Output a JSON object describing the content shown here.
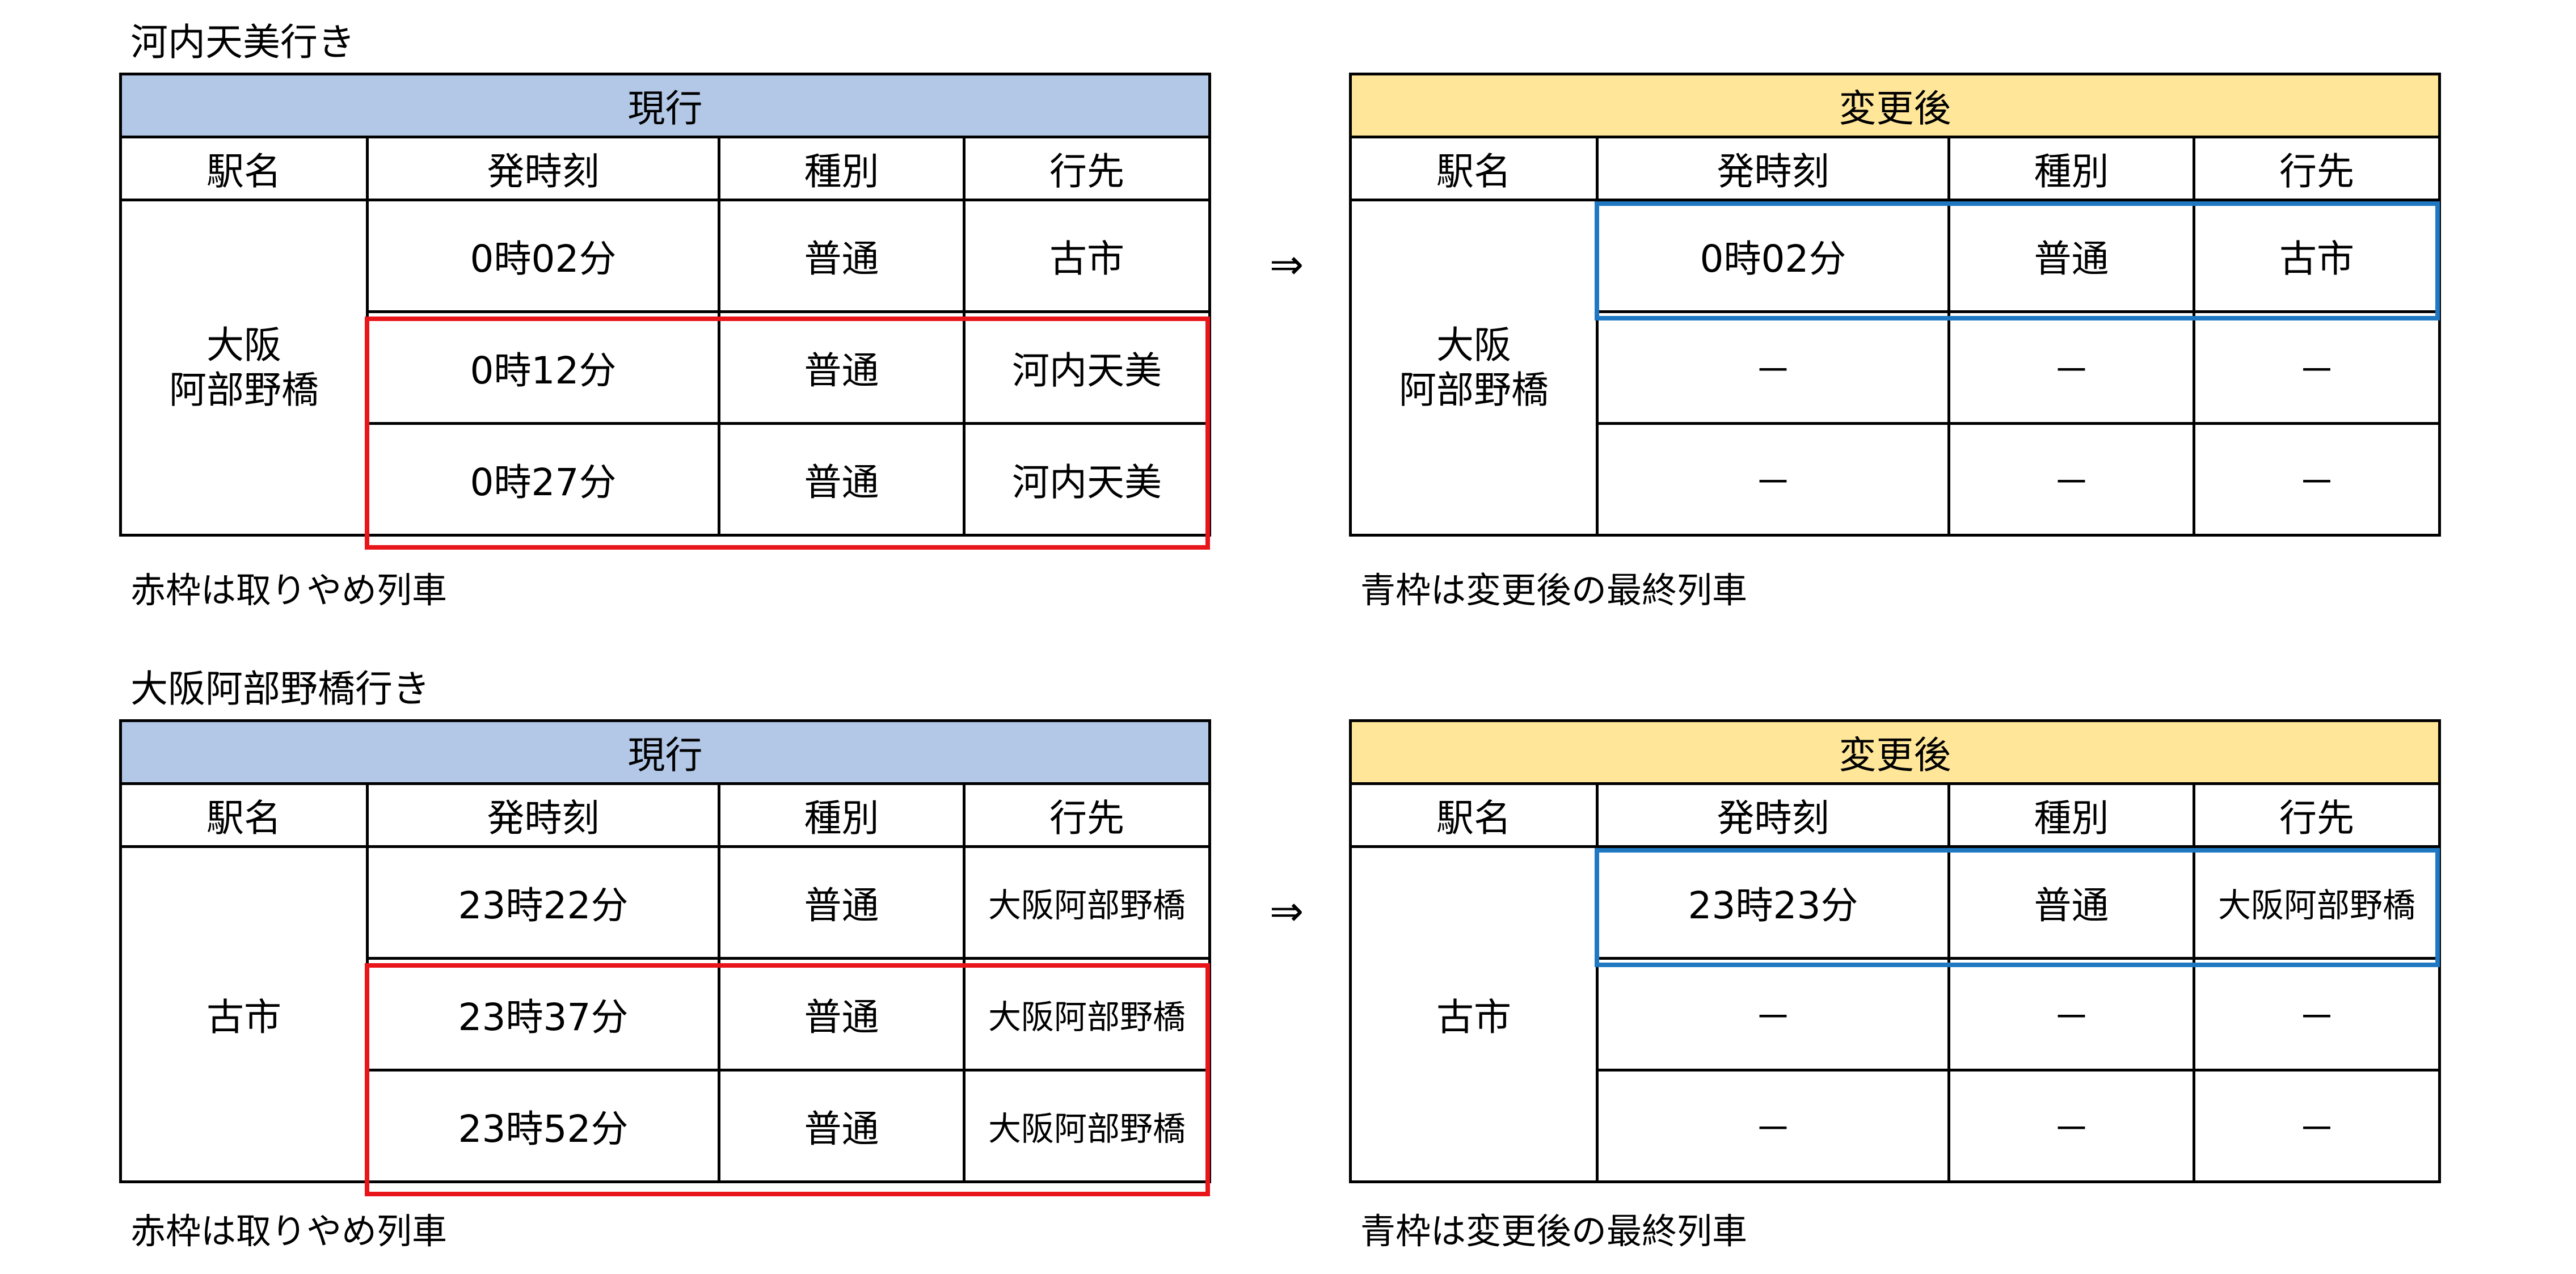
{
  "colors": {
    "current_header": "#b3c7e6",
    "after_header": "#ffe699",
    "removed_frame": "#e8161b",
    "last_train_frame": "#1f78c1"
  },
  "arrow_symbol": "⇒",
  "columns": {
    "station": "駅名",
    "departure": "発時刻",
    "type": "種別",
    "destination": "行先"
  },
  "sections": [
    {
      "title": "河内天美行き",
      "current": {
        "header": "現行",
        "station": "大阪\n阿部野橋",
        "rows": [
          {
            "time": "0時02分",
            "type": "普通",
            "dest": "古市"
          },
          {
            "time": "0時12分",
            "type": "普通",
            "dest": "河内天美"
          },
          {
            "time": "0時27分",
            "type": "普通",
            "dest": "河内天美"
          }
        ],
        "note": "赤枠は取りやめ列車"
      },
      "after": {
        "header": "変更後",
        "station": "大阪\n阿部野橋",
        "rows": [
          {
            "time": "0時02分",
            "type": "普通",
            "dest": "古市"
          },
          {
            "time": "－",
            "type": "－",
            "dest": "－"
          },
          {
            "time": "－",
            "type": "－",
            "dest": "－"
          }
        ],
        "note": "青枠は変更後の最終列車"
      }
    },
    {
      "title": "大阪阿部野橋行き",
      "current": {
        "header": "現行",
        "station": "古市",
        "rows": [
          {
            "time": "23時22分",
            "type": "普通",
            "dest": "大阪阿部野橋"
          },
          {
            "time": "23時37分",
            "type": "普通",
            "dest": "大阪阿部野橋"
          },
          {
            "time": "23時52分",
            "type": "普通",
            "dest": "大阪阿部野橋"
          }
        ],
        "note": "赤枠は取りやめ列車"
      },
      "after": {
        "header": "変更後",
        "station": "古市",
        "rows": [
          {
            "time": "23時23分",
            "type": "普通",
            "dest": "大阪阿部野橋"
          },
          {
            "time": "－",
            "type": "－",
            "dest": "－"
          },
          {
            "time": "－",
            "type": "－",
            "dest": "－"
          }
        ],
        "note": "青枠は変更後の最終列車"
      }
    }
  ]
}
